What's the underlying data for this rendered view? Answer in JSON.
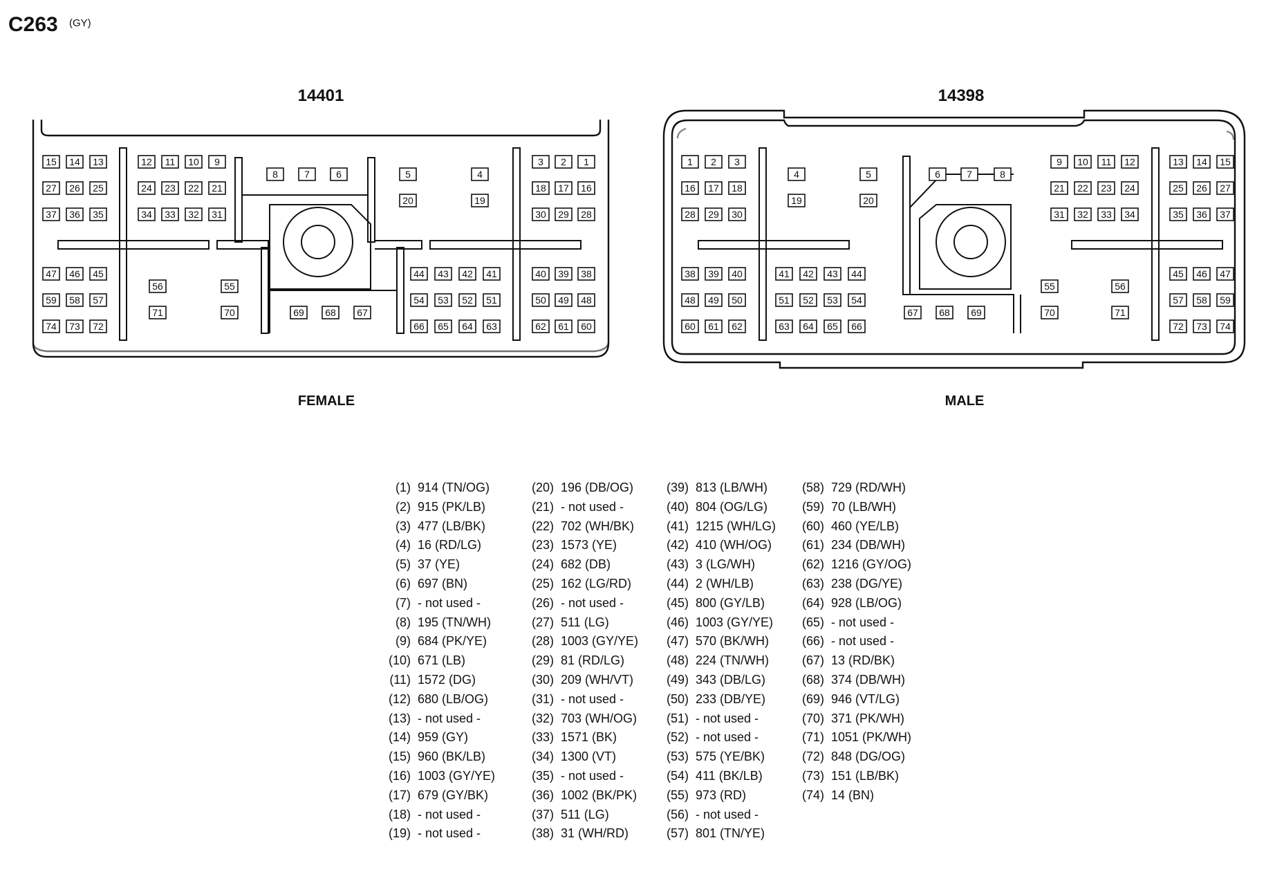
{
  "connector": {
    "id": "C263",
    "color_code": "(GY)"
  },
  "female": {
    "part_number": "14401",
    "label": "FEMALE"
  },
  "male": {
    "part_number": "14398",
    "label": "MALE"
  },
  "pins": [
    {
      "pin": "(1)",
      "circuit": "914 (TN/OG)"
    },
    {
      "pin": "(2)",
      "circuit": "915 (PK/LB)"
    },
    {
      "pin": "(3)",
      "circuit": "477 (LB/BK)"
    },
    {
      "pin": "(4)",
      "circuit": "16 (RD/LG)"
    },
    {
      "pin": "(5)",
      "circuit": "37 (YE)"
    },
    {
      "pin": "(6)",
      "circuit": "697 (BN)"
    },
    {
      "pin": "(7)",
      "circuit": "- not used -"
    },
    {
      "pin": "(8)",
      "circuit": "195 (TN/WH)"
    },
    {
      "pin": "(9)",
      "circuit": "684 (PK/YE)"
    },
    {
      "pin": "(10)",
      "circuit": "671 (LB)"
    },
    {
      "pin": "(11)",
      "circuit": "1572 (DG)"
    },
    {
      "pin": "(12)",
      "circuit": "680 (LB/OG)"
    },
    {
      "pin": "(13)",
      "circuit": "- not used -"
    },
    {
      "pin": "(14)",
      "circuit": "959 (GY)"
    },
    {
      "pin": "(15)",
      "circuit": "960 (BK/LB)"
    },
    {
      "pin": "(16)",
      "circuit": "1003 (GY/YE)"
    },
    {
      "pin": "(17)",
      "circuit": "679 (GY/BK)"
    },
    {
      "pin": "(18)",
      "circuit": "- not used -"
    },
    {
      "pin": "(19)",
      "circuit": "- not used -"
    },
    {
      "pin": "(20)",
      "circuit": "196 (DB/OG)"
    },
    {
      "pin": "(21)",
      "circuit": "- not used -"
    },
    {
      "pin": "(22)",
      "circuit": "702 (WH/BK)"
    },
    {
      "pin": "(23)",
      "circuit": "1573 (YE)"
    },
    {
      "pin": "(24)",
      "circuit": "682 (DB)"
    },
    {
      "pin": "(25)",
      "circuit": "162 (LG/RD)"
    },
    {
      "pin": "(26)",
      "circuit": "- not used -"
    },
    {
      "pin": "(27)",
      "circuit": "511 (LG)"
    },
    {
      "pin": "(28)",
      "circuit": "1003 (GY/YE)"
    },
    {
      "pin": "(29)",
      "circuit": "81 (RD/LG)"
    },
    {
      "pin": "(30)",
      "circuit": "209 (WH/VT)"
    },
    {
      "pin": "(31)",
      "circuit": "- not used -"
    },
    {
      "pin": "(32)",
      "circuit": "703 (WH/OG)"
    },
    {
      "pin": "(33)",
      "circuit": "1571 (BK)"
    },
    {
      "pin": "(34)",
      "circuit": "1300 (VT)"
    },
    {
      "pin": "(35)",
      "circuit": "- not used -"
    },
    {
      "pin": "(36)",
      "circuit": "1002 (BK/PK)"
    },
    {
      "pin": "(37)",
      "circuit": "511 (LG)"
    },
    {
      "pin": "(38)",
      "circuit": "31 (WH/RD)"
    },
    {
      "pin": "(39)",
      "circuit": "813 (LB/WH)"
    },
    {
      "pin": "(40)",
      "circuit": "804 (OG/LG)"
    },
    {
      "pin": "(41)",
      "circuit": "1215 (WH/LG)"
    },
    {
      "pin": "(42)",
      "circuit": "410 (WH/OG)"
    },
    {
      "pin": "(43)",
      "circuit": "3 (LG/WH)"
    },
    {
      "pin": "(44)",
      "circuit": "2 (WH/LB)"
    },
    {
      "pin": "(45)",
      "circuit": "800 (GY/LB)"
    },
    {
      "pin": "(46)",
      "circuit": "1003 (GY/YE)"
    },
    {
      "pin": "(47)",
      "circuit": "570 (BK/WH)"
    },
    {
      "pin": "(48)",
      "circuit": "224 (TN/WH)"
    },
    {
      "pin": "(49)",
      "circuit": "343 (DB/LG)"
    },
    {
      "pin": "(50)",
      "circuit": "233 (DB/YE)"
    },
    {
      "pin": "(51)",
      "circuit": "- not used -"
    },
    {
      "pin": "(52)",
      "circuit": "- not used -"
    },
    {
      "pin": "(53)",
      "circuit": "575 (YE/BK)"
    },
    {
      "pin": "(54)",
      "circuit": "411 (BK/LB)"
    },
    {
      "pin": "(55)",
      "circuit": "973 (RD)"
    },
    {
      "pin": "(56)",
      "circuit": "- not used -"
    },
    {
      "pin": "(57)",
      "circuit": "801 (TN/YE)"
    },
    {
      "pin": "(58)",
      "circuit": "729 (RD/WH)"
    },
    {
      "pin": "(59)",
      "circuit": "70 (LB/WH)"
    },
    {
      "pin": "(60)",
      "circuit": "460 (YE/LB)"
    },
    {
      "pin": "(61)",
      "circuit": "234 (DB/WH)"
    },
    {
      "pin": "(62)",
      "circuit": "1216 (GY/OG)"
    },
    {
      "pin": "(63)",
      "circuit": "238 (DG/YE)"
    },
    {
      "pin": "(64)",
      "circuit": "928 (LB/OG)"
    },
    {
      "pin": "(65)",
      "circuit": "- not used -"
    },
    {
      "pin": "(66)",
      "circuit": "- not used -"
    },
    {
      "pin": "(67)",
      "circuit": "13 (RD/BK)"
    },
    {
      "pin": "(68)",
      "circuit": "374 (DB/WH)"
    },
    {
      "pin": "(69)",
      "circuit": "946 (VT/LG)"
    },
    {
      "pin": "(70)",
      "circuit": "371 (PK/WH)"
    },
    {
      "pin": "(71)",
      "circuit": "1051 (PK/WH)"
    },
    {
      "pin": "(72)",
      "circuit": "848 (DG/OG)"
    },
    {
      "pin": "(73)",
      "circuit": "151 (LB/BK)"
    },
    {
      "pin": "(74)",
      "circuit": "14 (BN)"
    }
  ]
}
